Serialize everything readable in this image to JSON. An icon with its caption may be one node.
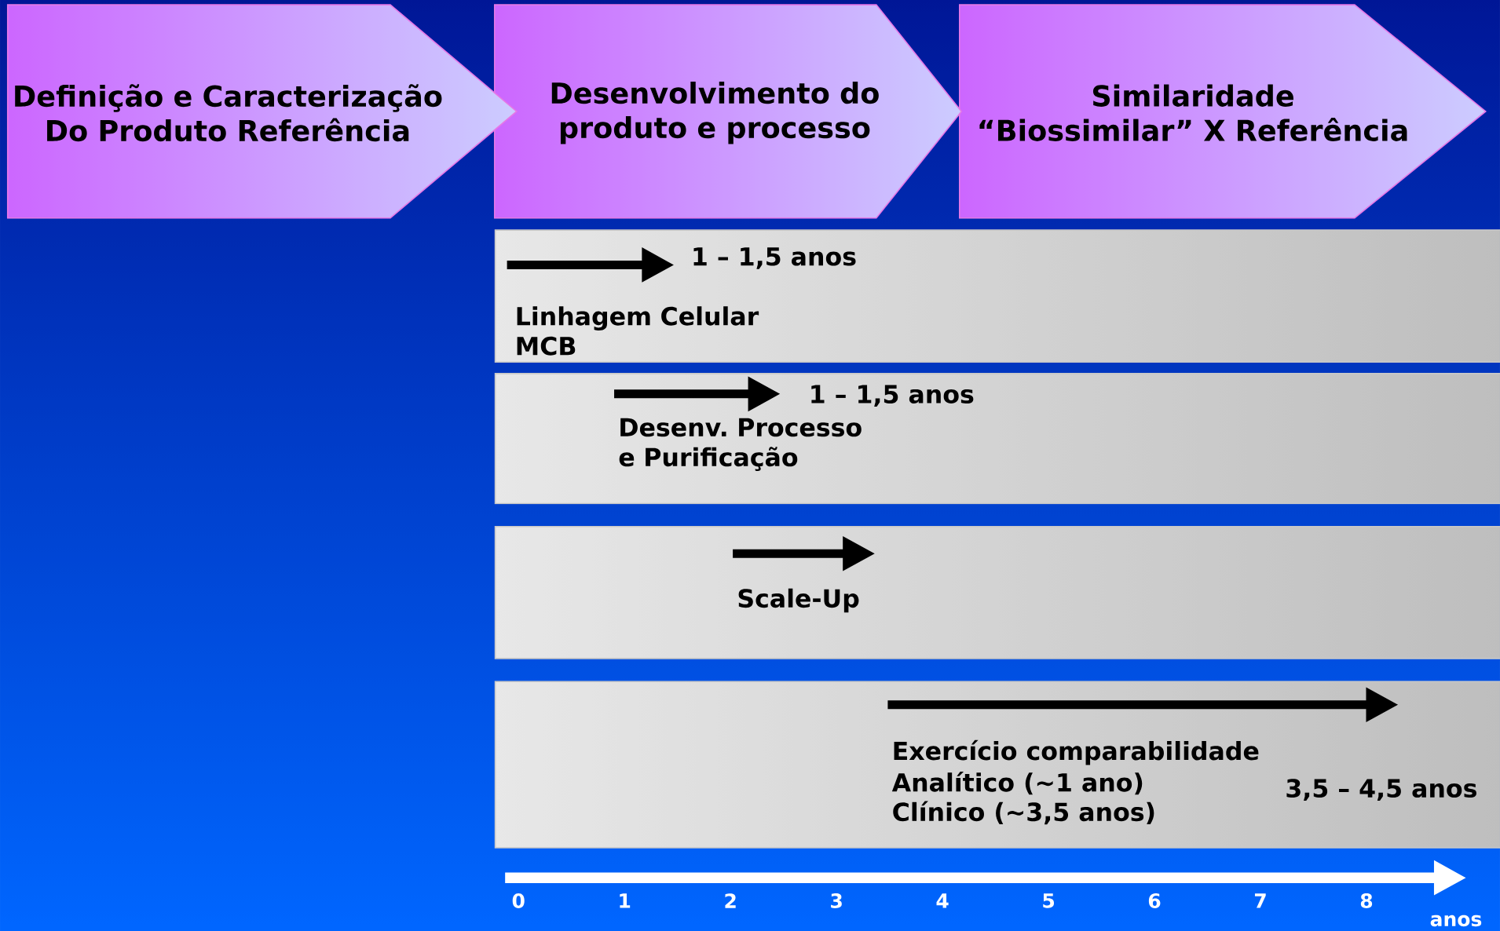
{
  "diagram": {
    "nodes": [
      {
        "text": [
          "Definição e Caracterização Do Produto Referência"
        ]
      },
      {
        "text": [
          "Desenvolvimento do produto e processo"
        ]
      },
      {
        "text": [
          "Similaridade",
          "“Biossimilar” X Referência"
        ]
      },
      {
        "text": [
          "1 – 1,5 anos",
          "Linhagem Celular MCB"
        ]
      },
      {
        "text": [
          "1 – 1,5 anos",
          "Desenv. Processo e Purificação"
        ]
      },
      {
        "text": [
          "Scale-Up"
        ]
      },
      {
        "text": [
          "Exercício comparabilidade",
          "Analítico (~1 ano)",
          "Clínico (~3,5 anos)",
          "3,5 – 4,5 anos"
        ]
      }
    ],
    "labels": [
      "0",
      "1",
      "2",
      "3",
      "4",
      "5",
      "6",
      "7",
      "8",
      "anos"
    ]
  }
}
